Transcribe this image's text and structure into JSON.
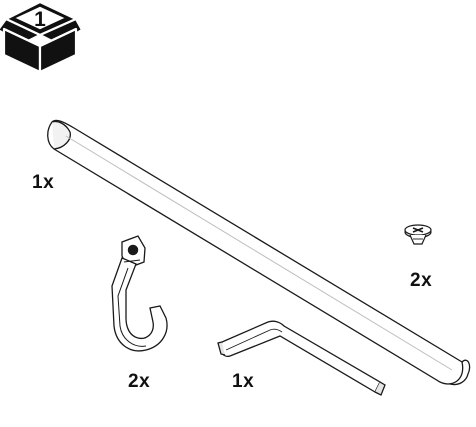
{
  "step": {
    "number": "1"
  },
  "parts": {
    "rail": {
      "quantity": "1x"
    },
    "screw": {
      "quantity": "2x"
    },
    "bracket": {
      "quantity": "2x"
    },
    "hex_key": {
      "quantity": "1x"
    }
  },
  "colors": {
    "line": "#1a1a1a",
    "fill": "#ffffff",
    "shade": "#e6e6e6"
  }
}
